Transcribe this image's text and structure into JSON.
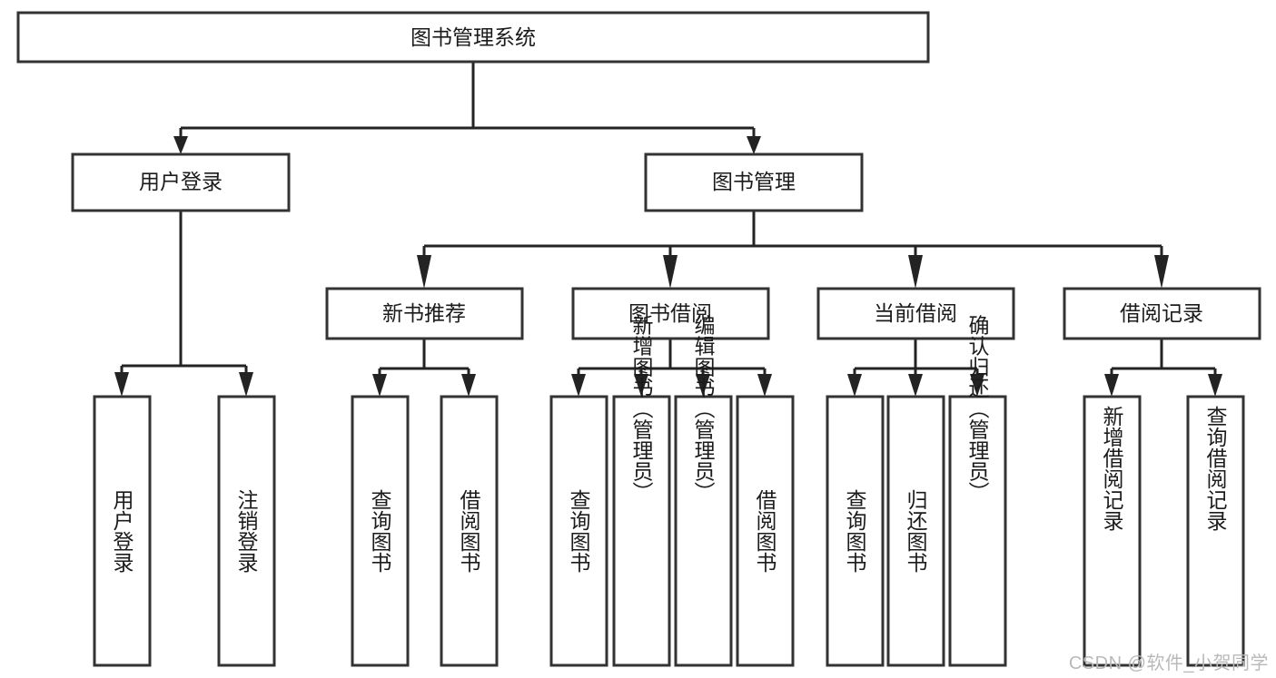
{
  "diagram": {
    "type": "tree-hierarchy",
    "title": "图书管理系统",
    "watermark": "CSDN @软件_小贺同学",
    "colors": {
      "box_stroke": "#333333",
      "box_fill": "#ffffff",
      "connector": "#232323",
      "text": "#1b1b1b",
      "watermark": "#b9b9b9",
      "background": "#ffffff"
    },
    "levels": {
      "level1": [
        {
          "id": "root",
          "label": "图书管理系统"
        }
      ],
      "level2": [
        {
          "id": "user-login",
          "label": "用户登录"
        },
        {
          "id": "book-management",
          "label": "图书管理"
        }
      ],
      "level3": [
        {
          "id": "new-book-recommend",
          "label": "新书推荐"
        },
        {
          "id": "book-borrow",
          "label": "图书借阅"
        },
        {
          "id": "current-borrow",
          "label": "当前借阅"
        },
        {
          "id": "borrow-record",
          "label": "借阅记录"
        }
      ],
      "level4": [
        {
          "id": "leaf-user-login",
          "label": "用户登录",
          "parent": "user-login"
        },
        {
          "id": "leaf-logout-login",
          "label": "注销登录",
          "parent": "user-login"
        },
        {
          "id": "leaf-query-book-1",
          "label": "查询图书",
          "parent": "new-book-recommend"
        },
        {
          "id": "leaf-borrow-book-1",
          "label": "借阅图书",
          "parent": "new-book-recommend"
        },
        {
          "id": "leaf-query-book-2",
          "label": "查询图书",
          "parent": "book-borrow"
        },
        {
          "id": "leaf-add-book",
          "label": "新增图书（管理员）",
          "parent": "book-borrow"
        },
        {
          "id": "leaf-edit-book",
          "label": "编辑图书（管理员）",
          "parent": "book-borrow"
        },
        {
          "id": "leaf-borrow-book-2",
          "label": "借阅图书",
          "parent": "book-borrow"
        },
        {
          "id": "leaf-query-book-3",
          "label": "查询图书",
          "parent": "current-borrow"
        },
        {
          "id": "leaf-return-book",
          "label": "归还图书",
          "parent": "current-borrow"
        },
        {
          "id": "leaf-confirm-return",
          "label": "确认归还（管理员）",
          "parent": "current-borrow"
        },
        {
          "id": "leaf-add-record",
          "label": "新增借阅记录",
          "parent": "borrow-record"
        },
        {
          "id": "leaf-query-record",
          "label": "查询借阅记录",
          "parent": "borrow-record"
        }
      ]
    }
  }
}
